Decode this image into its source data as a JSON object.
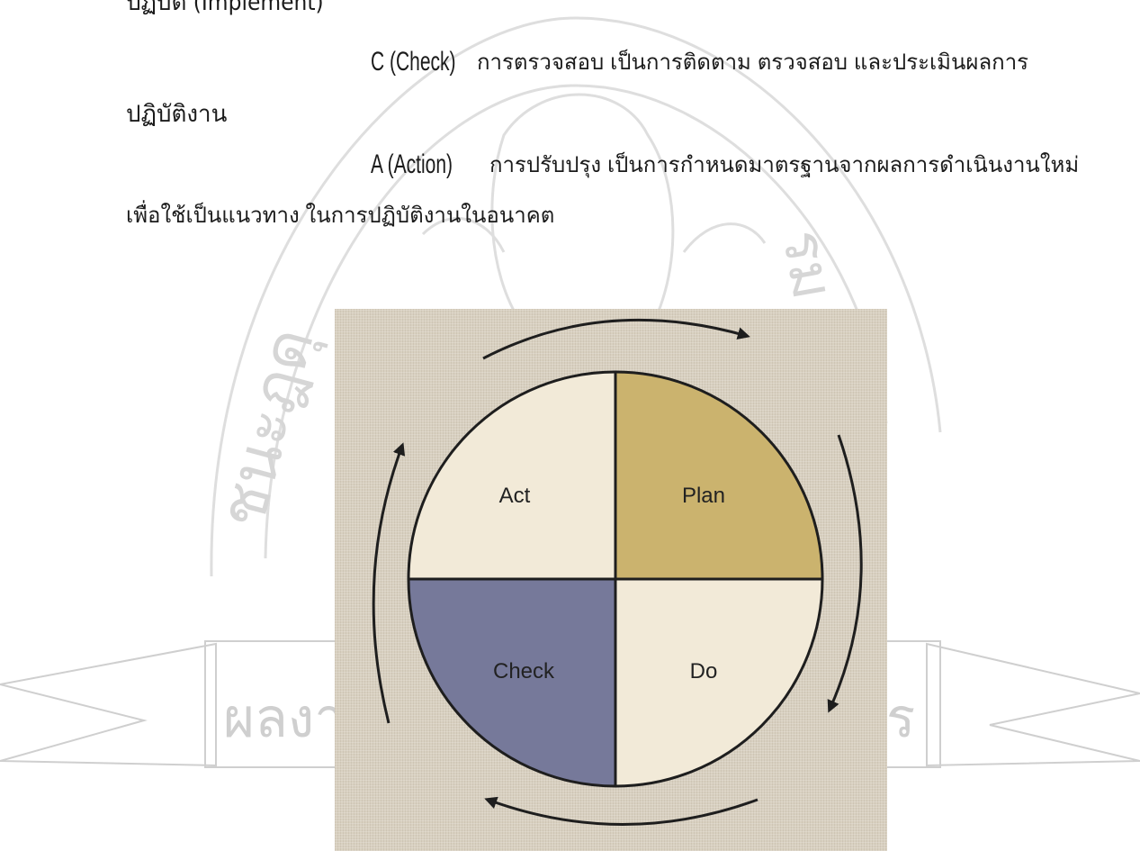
{
  "text": {
    "line0": "ปฏิบัติ (Implement)",
    "line1_term": "C (Check)",
    "line1_rest": "การตรวจสอบ เป็นการติดตาม ตรวจสอบ   และประเมินผลการ",
    "line2": "ปฏิบัติงาน",
    "line3_term": "A (Action)",
    "line3_rest": "การปรับปรุง เป็นการกำหนดมาตรฐานจากผลการดำเนินงานใหม่",
    "line4": "เพื่อใช้เป็นแนวทาง ในการปฏิบัติงานในอนาคต"
  },
  "watermark": {
    "arc_text_left": "ชนะฎดุ",
    "arc_text_right": "รม",
    "banner_text": "ผลงาน",
    "banner_text_right": "ร"
  },
  "pdca": {
    "act": "Act",
    "plan": "Plan",
    "check": "Check",
    "do": "Do",
    "colors": {
      "act": "#f2ead8",
      "plan": "#cbb36e",
      "check": "#76799a",
      "do": "#f2ead8",
      "outline": "#1e1e1e",
      "arrow": "#1e1e1e"
    }
  }
}
